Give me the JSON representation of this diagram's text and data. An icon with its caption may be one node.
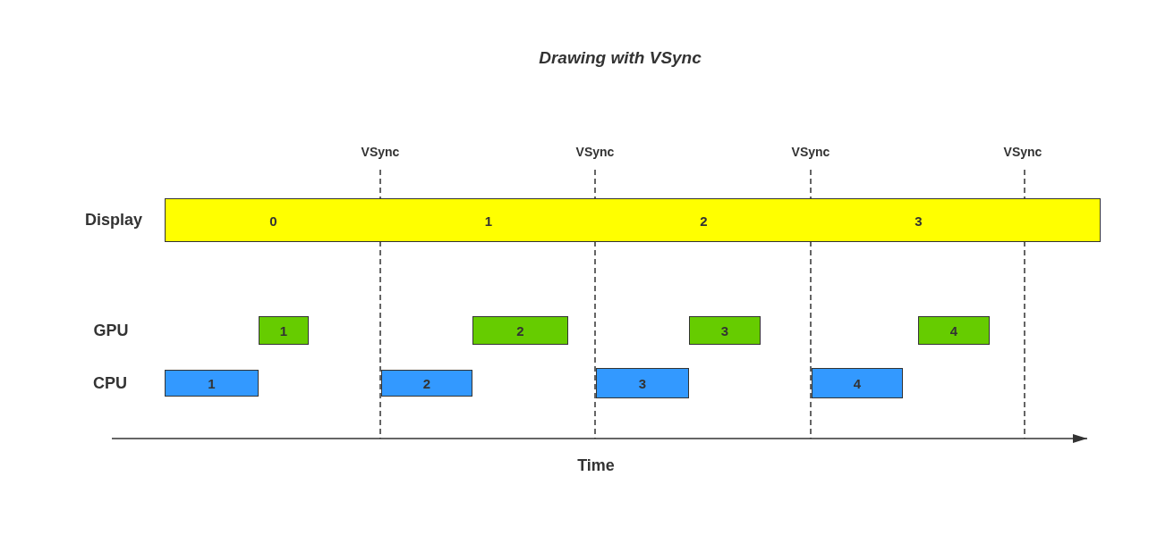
{
  "diagram": {
    "title": "Drawing with VSync",
    "nodes": [
      {
        "text": [
          "0",
          "1",
          "2",
          "3"
        ]
      },
      {
        "text": [
          "1"
        ]
      },
      {
        "text": [
          "2"
        ]
      },
      {
        "text": [
          "3"
        ]
      },
      {
        "text": [
          "4"
        ]
      },
      {
        "text": [
          "1"
        ]
      },
      {
        "text": [
          "2"
        ]
      },
      {
        "text": [
          "3"
        ]
      },
      {
        "text": [
          "4"
        ]
      }
    ],
    "edges": [],
    "labels": [
      "VSync",
      "VSync",
      "VSync",
      "VSync",
      "Display",
      "GPU",
      "CPU",
      "Time"
    ]
  }
}
